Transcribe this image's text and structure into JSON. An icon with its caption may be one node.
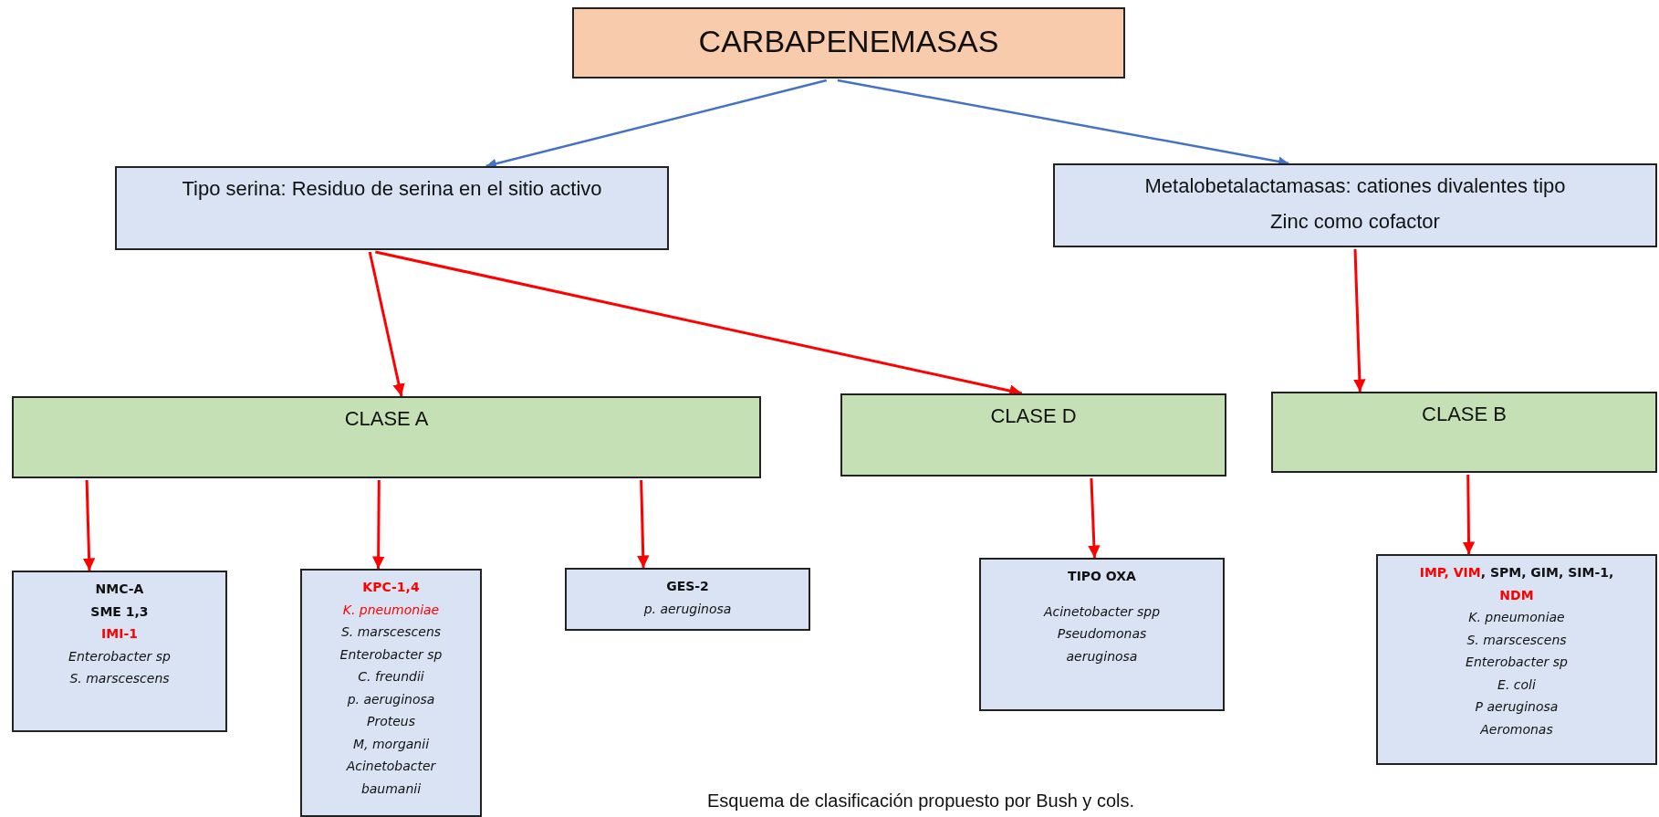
{
  "diagram": {
    "caption": "Esquema de clasificación propuesto por Bush y cols.",
    "nodes": [
      {
        "text": [
          "CARBAPENEMASAS"
        ]
      },
      {
        "text": [
          "Tipo serina: Residuo de serina en el sitio activo"
        ]
      },
      {
        "text": [
          "Metalobetalactamasas: cationes divalentes tipo Zinc como cofactor"
        ]
      },
      {
        "text": [
          "CLASE A"
        ]
      },
      {
        "text": [
          "CLASE D"
        ]
      },
      {
        "text": [
          "CLASE B"
        ]
      },
      {
        "text": [
          "NMC-A",
          "SME 1,3",
          "IMI-1",
          "Enterobacter sp",
          "S. marscescens"
        ]
      },
      {
        "text": [
          "KPC-1,4",
          "K. pneumoniae",
          "S. marscescens",
          "Enterobacter sp",
          "C. freundii",
          "p. aeruginosa",
          "Proteus",
          "M, morganii",
          "Acinetobacter baumanii"
        ]
      },
      {
        "text": [
          "GES-2",
          "p. aeruginosa"
        ]
      },
      {
        "text": [
          "TIPO OXA",
          "Acinetobacter spp",
          "Pseudomonas aeruginosa"
        ]
      },
      {
        "text": [
          "**IMP, VIM**, SPM, GIM, SIM-1, **NDM**",
          "K. pneumoniae",
          "S. marscescens",
          "Enterobacter sp",
          "E. coli",
          "P aeruginosa",
          "Aeromonas"
        ]
      }
    ],
    "edges": [
      {
        "from": 0,
        "to": 1,
        "arrow": "to",
        "color": "#4472c4"
      },
      {
        "from": 0,
        "to": 2,
        "arrow": "to",
        "color": "#4472c4"
      },
      {
        "from": 1,
        "to": 3,
        "arrow": "to"
      },
      {
        "from": 1,
        "to": 4,
        "arrow": "to"
      },
      {
        "from": 2,
        "to": 5,
        "arrow": "to"
      },
      {
        "from": 3,
        "to": 6,
        "arrow": "to"
      },
      {
        "from": 3,
        "to": 7,
        "arrow": "to"
      },
      {
        "from": 3,
        "to": 8,
        "arrow": "to"
      },
      {
        "from": 4,
        "to": 9,
        "arrow": "to"
      },
      {
        "from": 5,
        "to": 10,
        "arrow": "to"
      }
    ]
  }
}
